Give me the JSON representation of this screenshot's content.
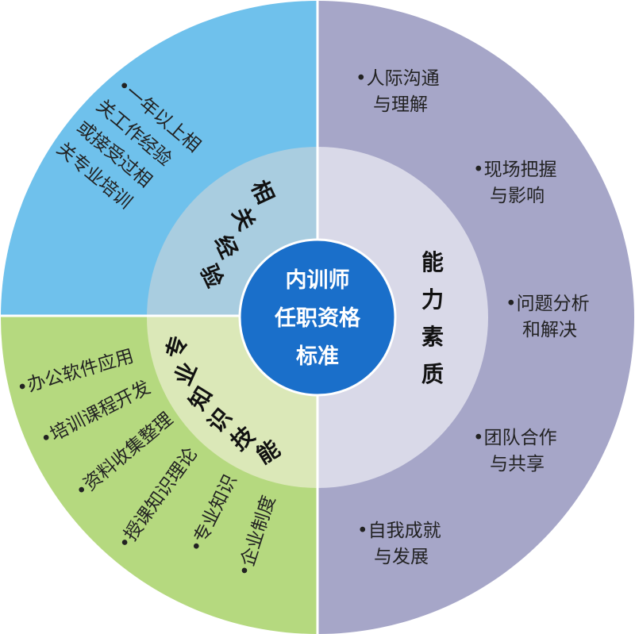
{
  "colors": {
    "experience_outer": "#6fc1ec",
    "experience_inner": "#a9cde0",
    "skills_outer": "#b5d97f",
    "skills_inner": "#dbe8b8",
    "ability_outer": "#a6a6c8",
    "ability_inner": "#d9d9e8",
    "center": "#1a6fca",
    "divider": "#ffffff"
  },
  "center": {
    "lines": [
      "内训师",
      "任职资格",
      "标准"
    ]
  },
  "experience": {
    "title_chars": [
      "相",
      "关",
      "经",
      "验"
    ],
    "items_lines": [
      "•一年以上相",
      "关工作经验",
      "或接受过相",
      "关专业培训"
    ]
  },
  "skills": {
    "title_chars": [
      "专",
      "业",
      "知",
      "识",
      "技",
      "能"
    ],
    "items": [
      "•办公软件应用",
      "•培训课程开发",
      "•资料收集整理",
      "•授课知识理论",
      "•专业知识",
      "•企业制度"
    ]
  },
  "ability": {
    "title_chars": [
      "能",
      "力",
      "素",
      "质"
    ],
    "items": [
      {
        "line1": "•人际沟通",
        "line2": "与理解"
      },
      {
        "line1": "•现场把握",
        "line2": "与影响"
      },
      {
        "line1": "•问题分析",
        "line2": "和解决"
      },
      {
        "line1": "•团队合作",
        "line2": "与共享"
      },
      {
        "line1": "•自我成就",
        "line2": "与发展"
      }
    ]
  }
}
